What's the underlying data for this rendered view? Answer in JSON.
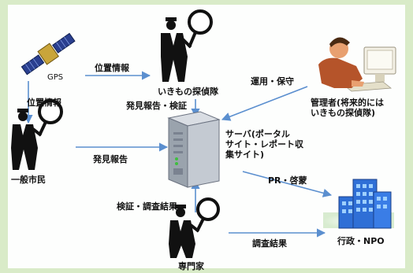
{
  "nodes": {
    "gps": "GPS",
    "citizen": "一般市民",
    "explorer": "いきもの探偵隊",
    "admin": "管理者(将来的には\nいきもの探偵隊)",
    "server": "サーバ(ポータル\nサイト・レポート収\n集サイト)",
    "government": "行政・NPO",
    "expert": "専門家"
  },
  "edges": {
    "gps_to_explorer": "位置情報",
    "gps_to_citizen": "位置情報",
    "explorer_to_server": "発見報告・検証",
    "admin_to_server": "運用・保守",
    "citizen_to_server": "発見報告",
    "server_to_government": "PR・啓蒙",
    "expert_to_server": "検証・調査結果",
    "expert_to_government": "調査結果"
  },
  "colors": {
    "arrow": "#5b8fcf",
    "frame": "#d9ebc8",
    "building": "#2f6fd6"
  }
}
